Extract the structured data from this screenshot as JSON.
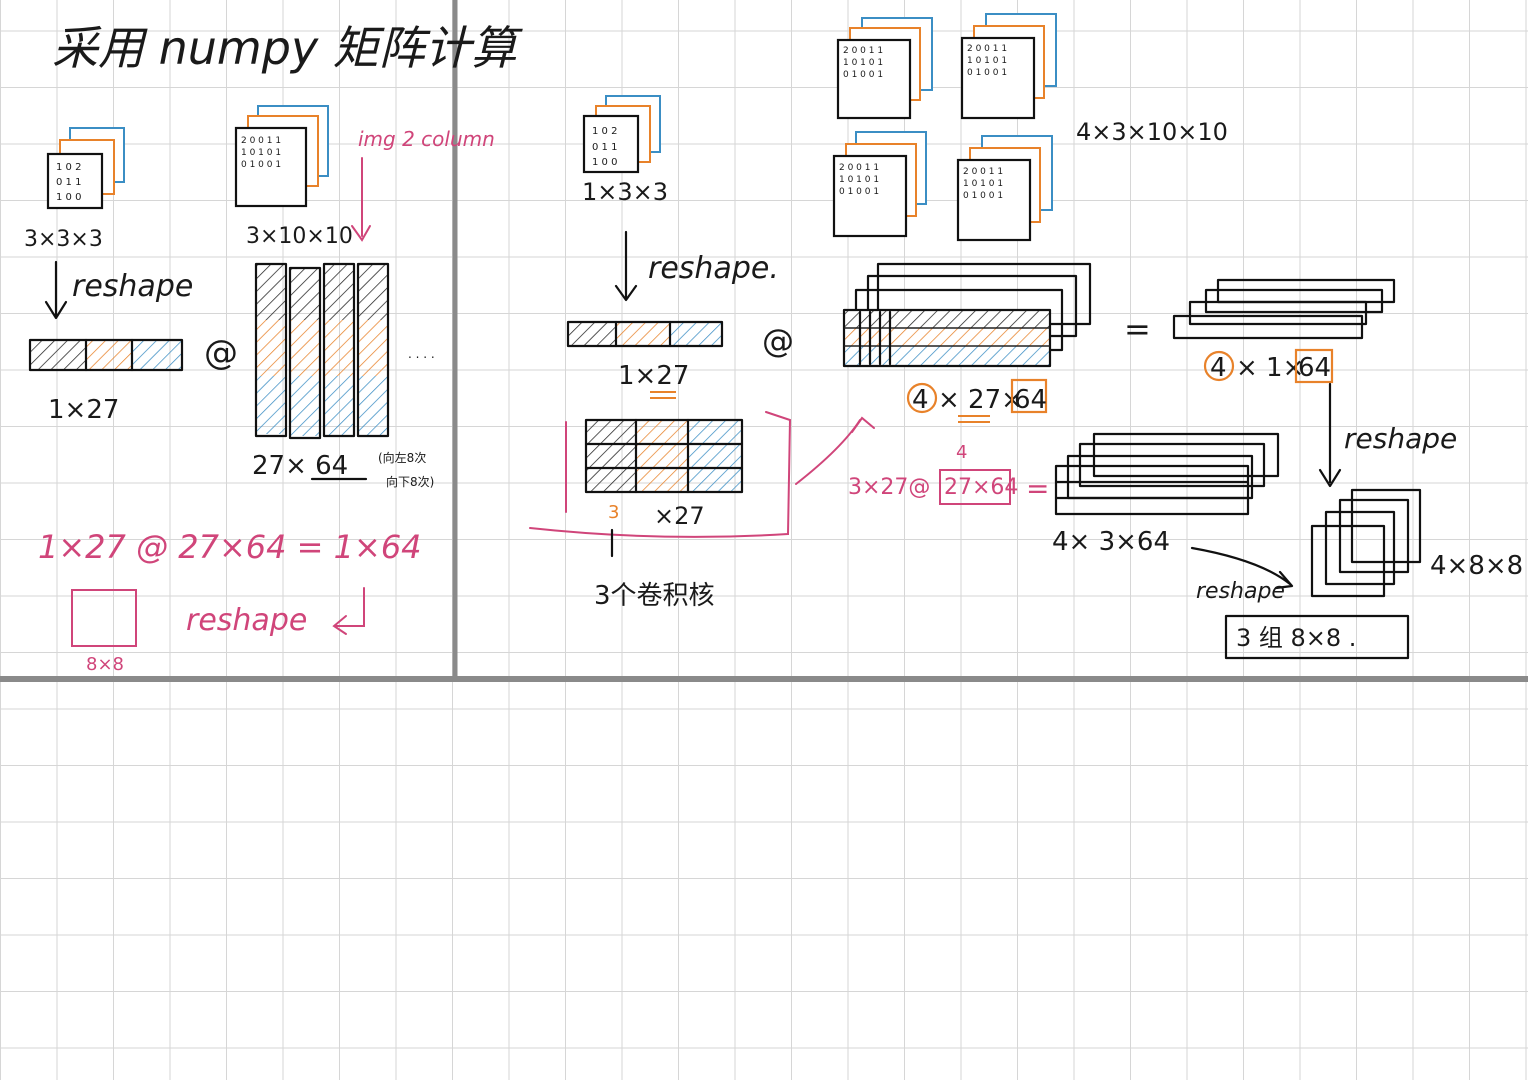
{
  "colors": {
    "ink": "#111111",
    "pink": "#d0457a",
    "orange": "#e8822a",
    "blue": "#3b8ec4",
    "grid": "#d6d6d6"
  },
  "title": "采用 numpy 矩阵计算",
  "left": {
    "kernel_matrix_text": [
      "1 0 2",
      "0 1 1",
      "1 0 0"
    ],
    "kernel_label": "3×3×3",
    "image_matrix_text": [
      "2 0 0 1 1",
      "1 0 1 0 1",
      "0 1 0 0 1"
    ],
    "image_label": "3×10×10",
    "img2col_label": "img 2 column",
    "reshape_label": "reshape",
    "vector_label": "1×27",
    "at_symbol": "@",
    "ellipsis": ". . . .",
    "column_label": "27× 64",
    "column_note_1": "(向左8次",
    "column_note_2": "向下8次)",
    "equation": "1×27 @ 27×64 = 1×64",
    "output_reshape_label": "reshape",
    "output_label": "8×8"
  },
  "right": {
    "kernel_matrix_text": [
      "1 0 2",
      "0 1 1",
      "1 0 0"
    ],
    "kernel_label": "1×3×3",
    "batch_matrix_text": [
      "2 0 0 1 1",
      "1 0 1 0 1",
      "0 1 0 0 1"
    ],
    "batch_label": "4×3×10×10",
    "reshape_label": "reshape.",
    "vector_label": "1×27",
    "at_symbol": "@",
    "matrix_label_a": "4",
    "matrix_label_b": "× 27×",
    "matrix_label_c": "64",
    "equals_symbol": "=",
    "result_label_a": "4",
    "result_label_b": "× 1×",
    "result_label_c": "64",
    "three_label": "3",
    "three_kernel_dims": "×27",
    "three_kernels_caption": "3个卷积核",
    "pink_eq_left": "3×27@",
    "pink_eq_top": "4",
    "pink_eq_box": "27×64",
    "pink_eq_equals": "=",
    "stack_label": "4× 3×64",
    "reshape_label_2": "reshape",
    "reshape_label_3": "reshape",
    "final_label": "4×8×8",
    "groups_label": "3 组 8×8 ."
  }
}
